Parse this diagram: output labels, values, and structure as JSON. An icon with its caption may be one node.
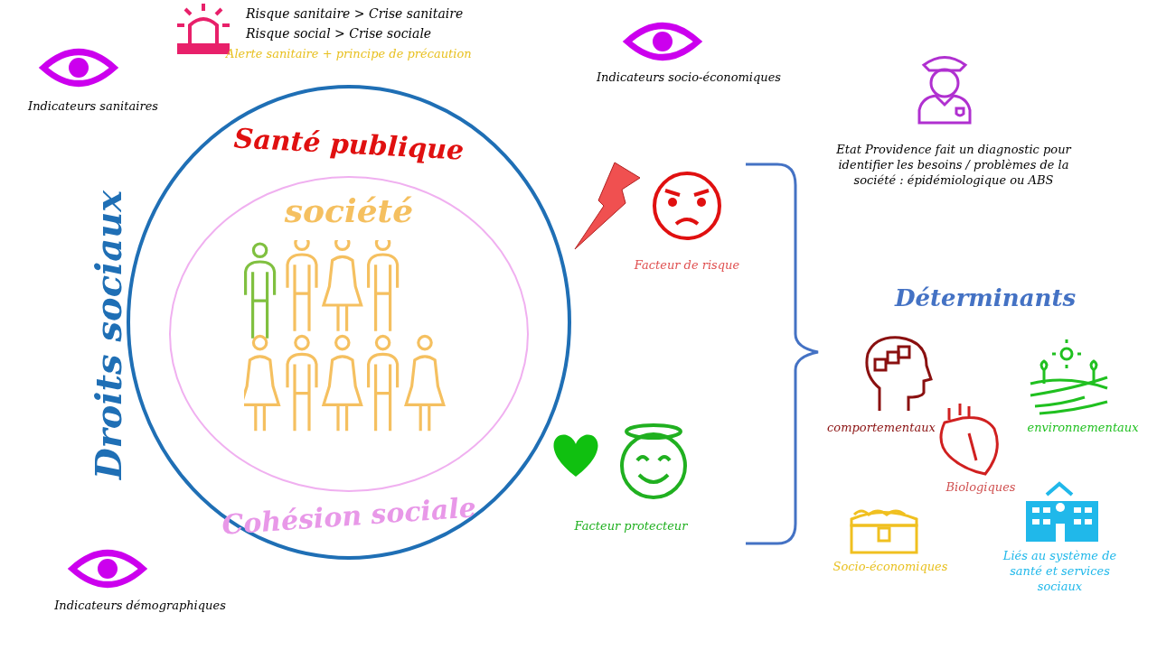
{
  "diagram": {
    "nodes": [
      {
        "text": [
          "Santé publique",
          "Cohésion sociale"
        ]
      },
      {
        "text": [
          "société"
        ],
        "in": 0
      }
    ],
    "edges": [],
    "labels": [
      "Risque sanitaire > Crise sanitaire",
      "Risque social > Crise sociale",
      "Alerte sanitaire + principe de précaution",
      "Indicateurs sanitaires",
      "Indicateurs socio-économiques",
      "Etat Providence fait un diagnostic pour identifier les besoins / problèmes de la société : épidémiologique ou ABS",
      "Droits sociaux",
      "Facteur de risque",
      "Facteur protecteur",
      "Déterminants",
      "comportementaux",
      "environnementaux",
      "Biologiques",
      "Socio-économiques",
      "Liés au système de santé et services sociaux",
      "Indicateurs démographiques"
    ]
  }
}
